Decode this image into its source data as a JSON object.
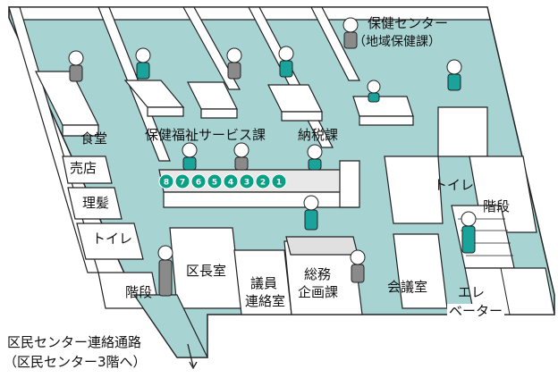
{
  "floor_map": {
    "labels": {
      "health_center": "保健センター",
      "health_division": "（地域保健課）",
      "cafeteria": "食堂",
      "welfare_division": "保健福祉サービス課",
      "tax_division": "納税課",
      "shop": "売店",
      "barber": "理髪",
      "toilet_left": "トイレ",
      "toilet_right": "トイレ",
      "stairs_left": "階段",
      "stairs_right": "階段",
      "ward_office": "区長室",
      "assembly_liaison_1": "議員",
      "assembly_liaison_2": "連絡室",
      "general_affairs_1": "総務",
      "general_affairs_2": "企画課",
      "meeting_room": "会議室",
      "elevator_1": "エレ",
      "elevator_2": "ベーター",
      "passage": "区民センター連絡通路",
      "passage_sub": "（区民センター3階へ）"
    },
    "counter_numbers": [
      "8",
      "7",
      "6",
      "5",
      "4",
      "3",
      "2",
      "1"
    ],
    "colors": {
      "floor": "#a8d3d3",
      "wall": "#ffffff",
      "outline": "#222222",
      "counter_badge": "#0aa085",
      "person_top": "#1aa39a",
      "person_gray": "#8a8a8a"
    }
  }
}
